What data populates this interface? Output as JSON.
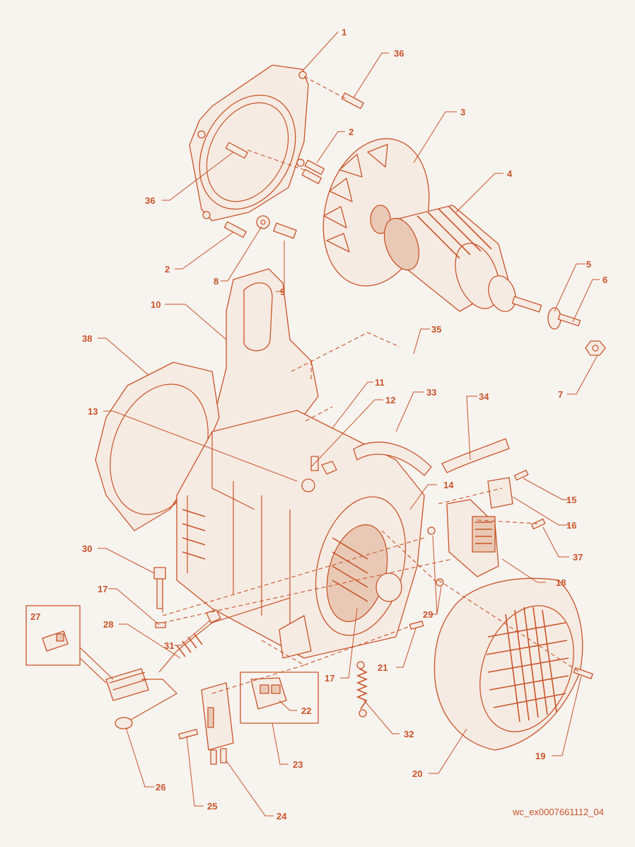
{
  "callouts": [
    {
      "id": "c1",
      "label": "1"
    },
    {
      "id": "c36a",
      "label": "36"
    },
    {
      "id": "c3",
      "label": "3"
    },
    {
      "id": "c2a",
      "label": "2"
    },
    {
      "id": "c4",
      "label": "4"
    },
    {
      "id": "c36b",
      "label": "36"
    },
    {
      "id": "c2b",
      "label": "2"
    },
    {
      "id": "c8",
      "label": "8"
    },
    {
      "id": "c9",
      "label": "9"
    },
    {
      "id": "c10",
      "label": "10"
    },
    {
      "id": "c5",
      "label": "5"
    },
    {
      "id": "c6",
      "label": "6"
    },
    {
      "id": "c38",
      "label": "38"
    },
    {
      "id": "c35",
      "label": "35"
    },
    {
      "id": "c7",
      "label": "7"
    },
    {
      "id": "c11",
      "label": "11"
    },
    {
      "id": "c12",
      "label": "12"
    },
    {
      "id": "c33",
      "label": "33"
    },
    {
      "id": "c34",
      "label": "34"
    },
    {
      "id": "c13",
      "label": "13"
    },
    {
      "id": "c14",
      "label": "14"
    },
    {
      "id": "c15",
      "label": "15"
    },
    {
      "id": "c16",
      "label": "16"
    },
    {
      "id": "c37",
      "label": "37"
    },
    {
      "id": "c30",
      "label": "30"
    },
    {
      "id": "c18",
      "label": "18"
    },
    {
      "id": "c17a",
      "label": "17"
    },
    {
      "id": "c29",
      "label": "29"
    },
    {
      "id": "c27",
      "label": "27"
    },
    {
      "id": "c28",
      "label": "28"
    },
    {
      "id": "c31",
      "label": "31"
    },
    {
      "id": "c21",
      "label": "21"
    },
    {
      "id": "c17b",
      "label": "17"
    },
    {
      "id": "c22",
      "label": "22"
    },
    {
      "id": "c19",
      "label": "19"
    },
    {
      "id": "c32",
      "label": "32"
    },
    {
      "id": "c23",
      "label": "23"
    },
    {
      "id": "c20",
      "label": "20"
    },
    {
      "id": "c26",
      "label": "26"
    },
    {
      "id": "c25",
      "label": "25"
    },
    {
      "id": "c24",
      "label": "24"
    }
  ],
  "document_id": "wc_ex0007661112_04",
  "colors": {
    "ink": "#c8552a",
    "background": "#f7f3ef",
    "fill": "#f6ebe3"
  }
}
